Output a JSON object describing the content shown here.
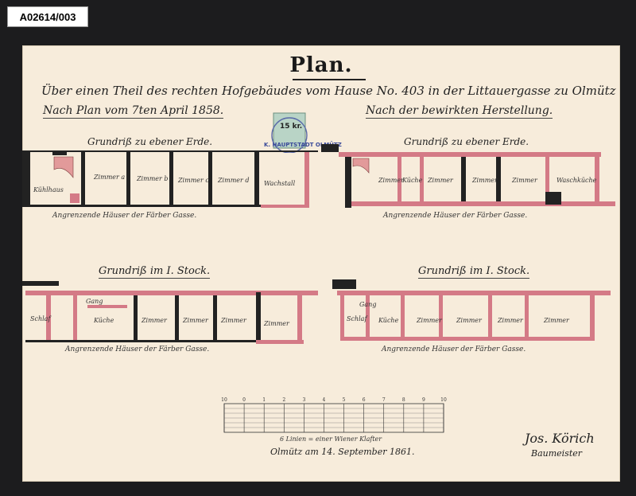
{
  "archive_tag": "A02614/003",
  "title": "Plan.",
  "subtitle": "Über einen Theil des rechten Hofgebäudes vom Hause No. 403 in der Littauergasse zu Olmütz",
  "left_header": "Nach Plan vom 7ten April 1858.",
  "right_header": "Nach der bewirkten Herstellung.",
  "plans": {
    "left_ground": {
      "heading": "Grundriß zu ebener Erde.",
      "rooms": [
        "Zimmer a",
        "Zimmer b",
        "Zimmer c",
        "Zimmer d",
        "Wachstall",
        "Kühlhaus"
      ],
      "caption": "Angrenzende Häuser der Färber Gasse."
    },
    "right_ground": {
      "heading": "Grundriß zu ebener Erde.",
      "rooms": [
        "Zimmer",
        "Küche",
        "Zimmer",
        "Zimmer",
        "Zimmer",
        "Waschküche"
      ],
      "caption": "Angrenzende Häuser der Färber Gasse."
    },
    "left_first": {
      "heading": "Grundriß im I. Stock.",
      "rooms": [
        "Schlaf",
        "Gang",
        "Küche",
        "Zimmer",
        "Zimmer",
        "Zimmer",
        "Zimmer"
      ],
      "caption": "Angrenzende Häuser der Färber Gasse."
    },
    "right_first": {
      "heading": "Grundriß im I. Stock.",
      "rooms": [
        "Gang",
        "Schlaf",
        "Küche",
        "Zimmer",
        "Zimmer",
        "Zimmer",
        "Zimmer"
      ],
      "caption": "Angrenzende Häuser der Färber Gasse."
    }
  },
  "stamp": {
    "value": "15 kr.",
    "text": "K. HAUPTSTADT OLMÜTZ"
  },
  "scale": {
    "ticks": [
      "10",
      "0",
      "1",
      "2",
      "3",
      "4",
      "5",
      "6",
      "7",
      "8",
      "9",
      "10"
    ],
    "caption": "6 Linien = einer Wiener Klafter"
  },
  "place_date": "Olmütz am 14. September 1861.",
  "signature": "Jos. Körich",
  "signature_role": "Baumeister"
}
